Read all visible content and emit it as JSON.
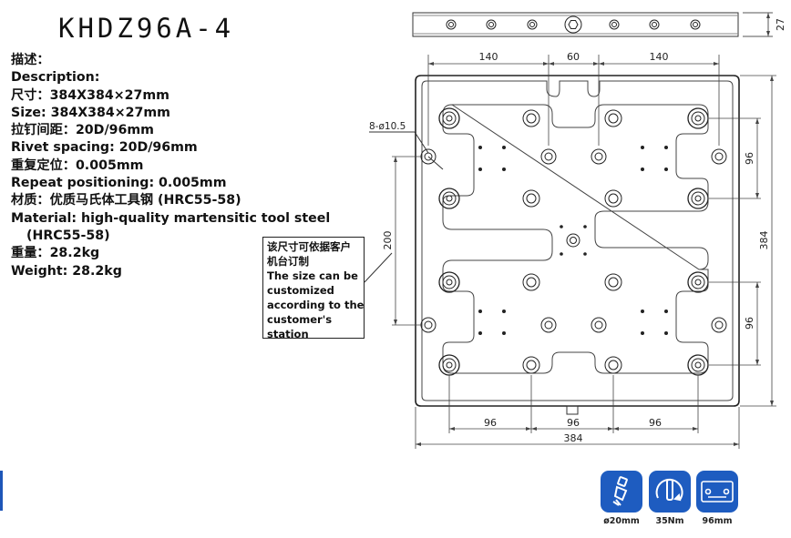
{
  "title": "KHDZ96A-4",
  "specs": {
    "desc_cn": "描述：",
    "desc_en": "Description:",
    "size_cn": "尺寸：384X384×27mm",
    "size_en": "Size: 384X384×27mm",
    "rivet_cn": "拉钉间距：20D/96mm",
    "rivet_en": "Rivet spacing: 20D/96mm",
    "repeat_cn": "重复定位：0.005mm",
    "repeat_en": "Repeat positioning: 0.005mm",
    "material_cn": "材质：优质马氏体工具钢 (HRC55-58)",
    "material_en": "Material: high-quality martensitic tool steel",
    "material_en2": "(HRC55-58)",
    "weight_cn": "重量：28.2kg",
    "weight_en": "Weight: 28.2kg"
  },
  "note": {
    "cn1": "该尺寸可依据客户",
    "cn2": "机台订制",
    "en1": "The size can be",
    "en2": "customized",
    "en3": "according to the",
    "en4": "customer's",
    "en5": "station"
  },
  "dimensions": {
    "top_140_left": "140",
    "top_60": "60",
    "top_140_right": "140",
    "thickness": "27",
    "holes": "8-ø10.5",
    "left_200": "200",
    "right_96_top": "96",
    "right_96_bottom": "96",
    "right_384": "384",
    "bottom_96_left": "96",
    "bottom_96_mid": "96",
    "bottom_96_right": "96",
    "bottom_384": "384"
  },
  "badges": [
    {
      "icon": "pull-stud-icon",
      "label": "ø20mm"
    },
    {
      "icon": "torque-wrench-icon",
      "label": "35Nm"
    },
    {
      "icon": "plate-spacing-icon",
      "label": "96mm"
    }
  ],
  "colors": {
    "accent": "#1e5cc0",
    "line": "#222222"
  }
}
